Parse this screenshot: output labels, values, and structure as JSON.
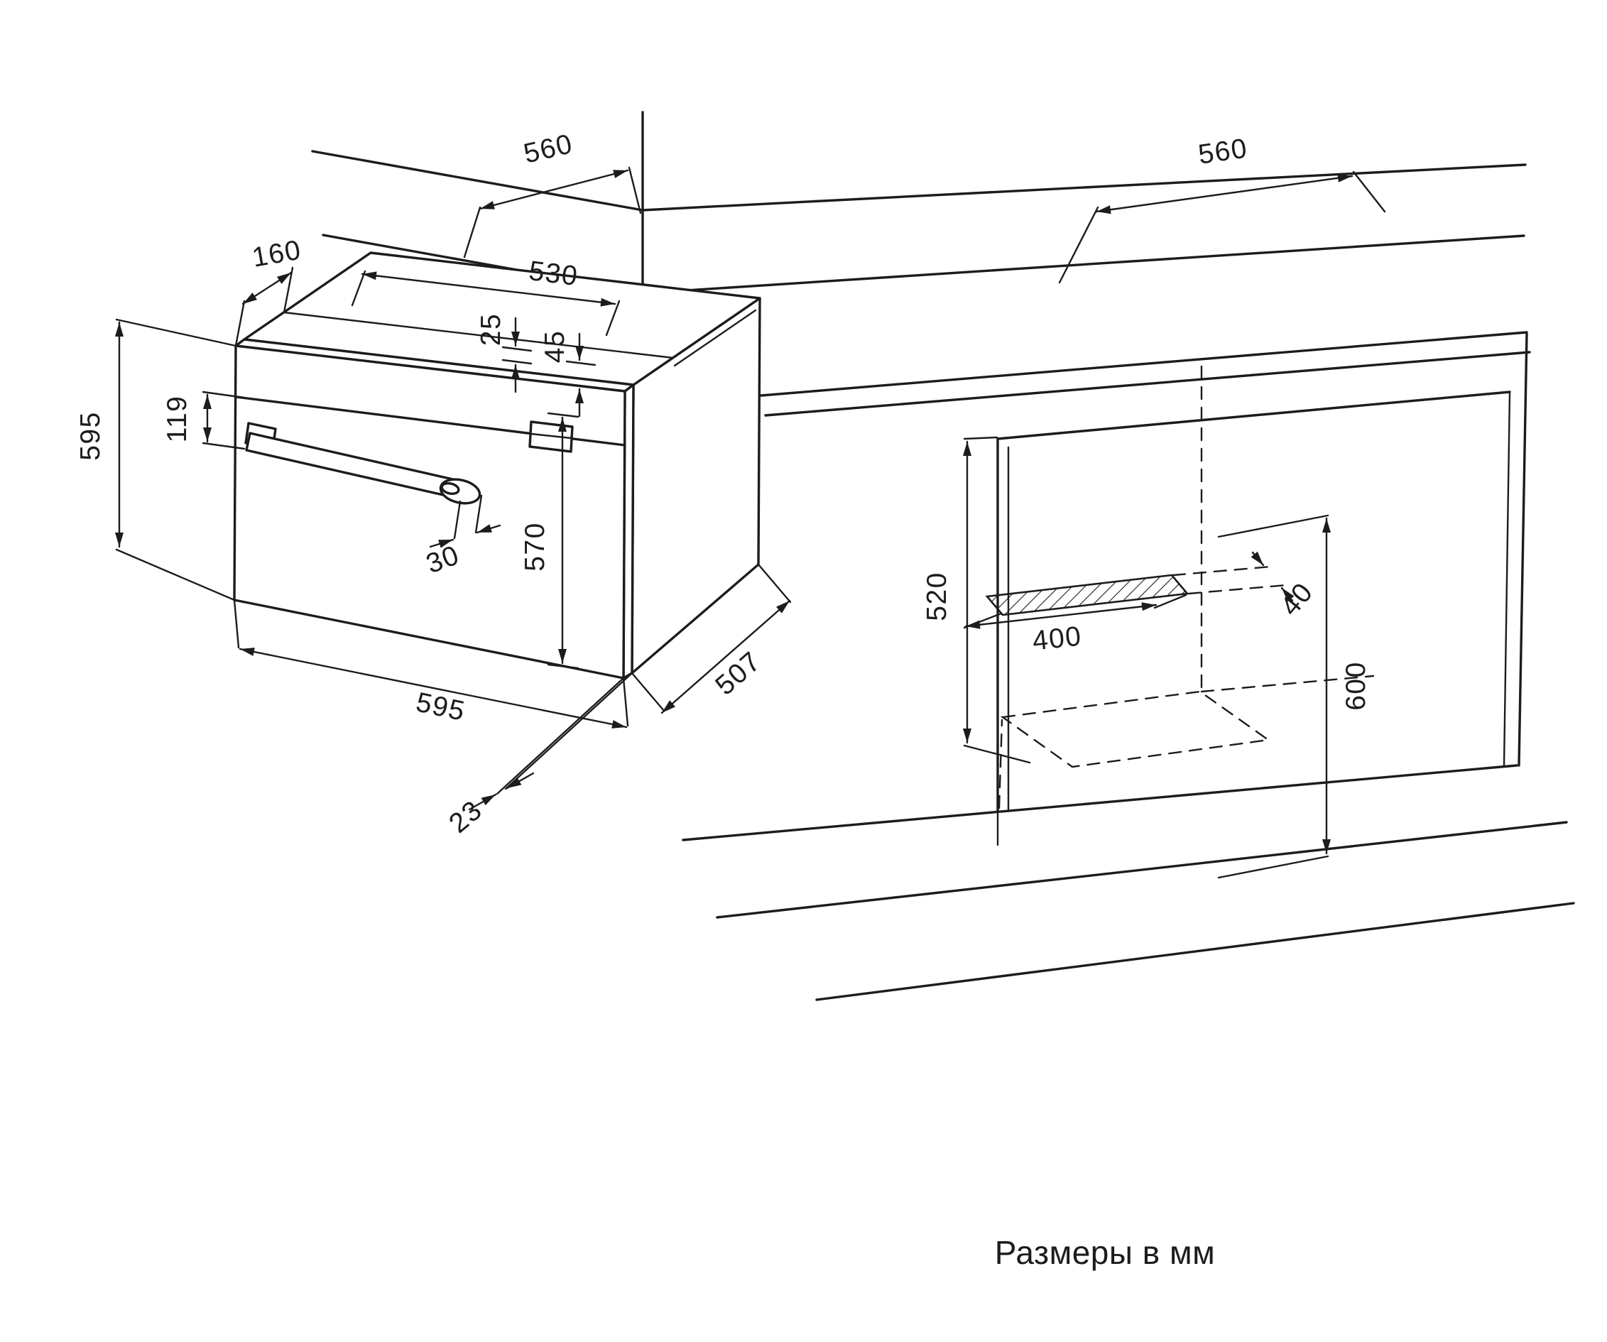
{
  "diagram": {
    "note": "Размеры в мм",
    "colors": {
      "ink": "#1c1c1c",
      "background": "#ffffff"
    },
    "dimensions": {
      "counter_depth_left": "560",
      "counter_depth_right": "560",
      "top_inset": "160",
      "top_width": "530",
      "step_top": "25",
      "step_side": "45",
      "panel_height": "119",
      "oven_height": "595",
      "handle_depth": "30",
      "body_height": "570",
      "niche_front_height": "520",
      "vent_width": "400",
      "vent_depth": "40",
      "niche_height": "600",
      "oven_width": "595",
      "body_depth": "507",
      "door_thickness": "23"
    }
  }
}
